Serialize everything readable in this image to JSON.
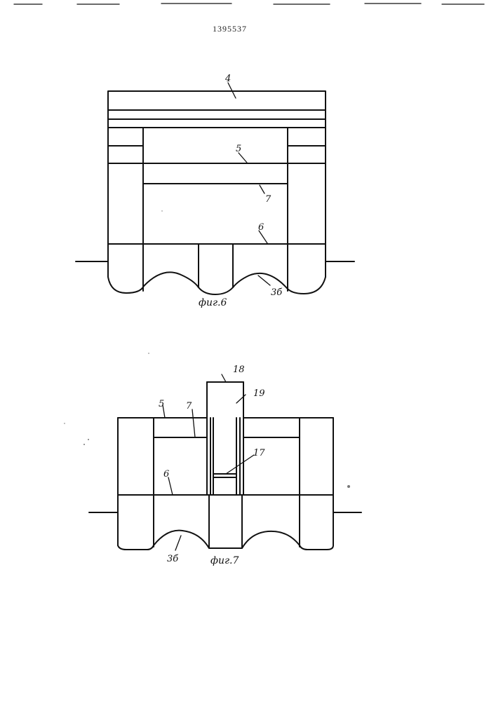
{
  "document_number": "1395537",
  "fig6": {
    "caption": "фиг.6",
    "labels": {
      "l4": "4",
      "l5": "5",
      "l7": "7",
      "l6": "6",
      "l3b": "3б"
    }
  },
  "fig7": {
    "caption": "фиг.7",
    "labels": {
      "l18": "18",
      "l19": "19",
      "l5": "5",
      "l7": "7",
      "l17": "17",
      "l6": "6",
      "l3b": "3б"
    }
  }
}
